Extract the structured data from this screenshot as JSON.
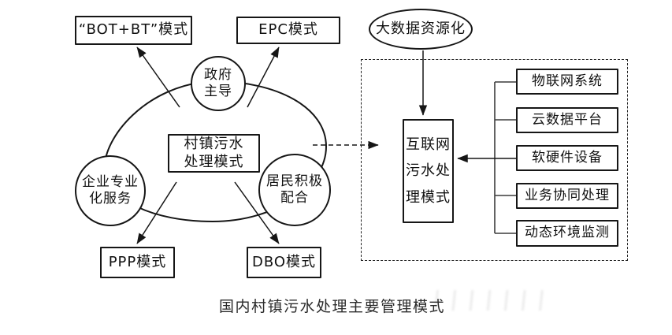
{
  "diagram": {
    "caption": "国内村镇污水处理主要管理模式",
    "left_cluster": {
      "center_box": "村镇污水\n处理模式",
      "factors": {
        "government": "政府\n主导",
        "enterprise": "企业专业\n化服务",
        "residents": "居民积极\n配合"
      },
      "modes": {
        "bot_bt": "“BOT+BT”模式",
        "epc": "EPC模式",
        "ppp": "PPP模式",
        "dbo": "DBO模式"
      }
    },
    "right_cluster": {
      "big_data": "大数据资源化",
      "internet_box": "互联网\n污水处\n理模式",
      "components": [
        "物联网系统",
        "云数据平台",
        "软硬件设备",
        "业务协同处理",
        "动态环境监测"
      ]
    },
    "colors": {
      "stroke": "#161616",
      "background": "#ffffff"
    }
  }
}
